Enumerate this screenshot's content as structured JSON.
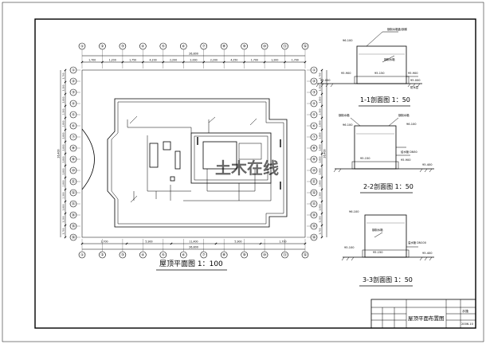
{
  "plan": {
    "title": "屋顶平面图 1：100",
    "col_axis_labels": [
      "①",
      "②",
      "③",
      "④",
      "⑤",
      "⑥",
      "⑦",
      "⑧",
      "⑨",
      "⑩",
      "⑪",
      "⑫"
    ],
    "row_axis_labels": [
      "①",
      "②",
      "③",
      "④",
      "⑤",
      "⑥",
      "⑦",
      "⑧",
      "⑨",
      "⑩",
      "⑪",
      "⑫",
      "⑬",
      "⑭",
      "⑮",
      "⑯"
    ],
    "dim_top": [
      "1,700",
      "1,200",
      "1,750",
      "4,200",
      "2,200",
      "2,000",
      "2,200",
      "4,250",
      "1,700",
      "1,200",
      "1,700"
    ],
    "dim_top_total": "26,800",
    "dim_bottom": [
      "1,700",
      "5,900",
      "11,400",
      "5,900",
      "1,700"
    ],
    "dim_bottom_total": "26,800",
    "dim_left": [
      "1,700",
      "1,300",
      "1,800",
      "2,300",
      "2,800",
      "1,800",
      "1,800",
      "1,800",
      "1,800",
      "2,800",
      "2,300",
      "1,800",
      "1,200",
      "1,700"
    ],
    "dim_left_total": "26,400",
    "dim_right": [
      "1,700",
      "1,300",
      "1,800",
      "2,300",
      "2,800",
      "1,800",
      "1,800",
      "1,800",
      "1,800",
      "2,800",
      "2,300",
      "1,800",
      "1,200",
      "1,700"
    ],
    "dim_right_total": "26,400"
  },
  "sections": [
    {
      "title": "1-1剖面图 1：50",
      "elevations": [
        "96.100",
        "95.900",
        "95.150",
        "95.000",
        "95.900",
        "95.000"
      ],
      "notes": [
        "钢制水箱盖/钢梯",
        "钢制水箱",
        "防水层"
      ]
    },
    {
      "title": "2-2剖面图 1：50",
      "elevations": [
        "96.100",
        "96.100",
        "95.150",
        "95.900",
        "95.400"
      ],
      "notes": [
        "钢制水箱",
        "钢制水箱",
        "给水管 DN50"
      ]
    },
    {
      "title": "3-3剖面图 1：50",
      "elevations": [
        "96.100",
        "95.100",
        "95.150",
        "95.400"
      ],
      "notes": [
        "钢制水箱",
        "溢水管 DN100"
      ]
    }
  ],
  "title_block": {
    "drawing_name": "屋顶平面布置图",
    "sheet_label": "水施",
    "sheet_no": "2006.10"
  },
  "watermark": "土木在线",
  "colors": {
    "line": "#000000",
    "background": "#ffffff"
  }
}
